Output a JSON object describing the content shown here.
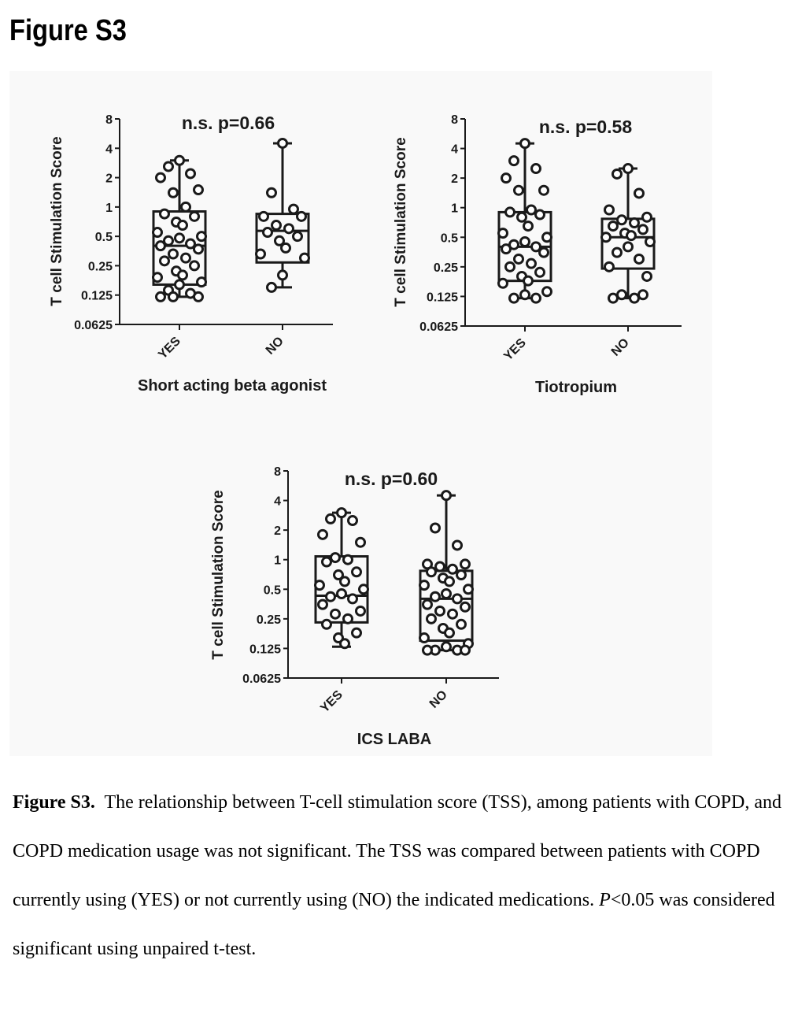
{
  "figure": {
    "title": "Figure S3"
  },
  "caption": {
    "label": "Figure S3.",
    "text": "The relationship between T-cell stimulation score (TSS), among patients with COPD, and COPD medication usage was not significant.  The TSS was compared between patients with COPD currently using (YES) or not currently using (NO) the indicated medications.  ",
    "p_italic": "P",
    "text_end": "<0.05 was considered significant using unpaired t-test."
  },
  "chart_data": [
    {
      "type": "box",
      "title": "n.s. p=0.66",
      "xlabel": "Short acting beta agonist",
      "ylabel": "T cell Stimulation Score",
      "yscale": "log2",
      "ylim": [
        0.0625,
        8
      ],
      "yticks": [
        "8",
        "4",
        "2",
        "1",
        "0.5",
        "0.25",
        "0.125",
        "0.0625"
      ],
      "categories": [
        "YES",
        "NO"
      ],
      "groups": [
        {
          "name": "YES",
          "box": {
            "min": 0.12,
            "q1": 0.16,
            "median": 0.4,
            "q3": 0.9,
            "max": 3.0
          },
          "points": [
            3.0,
            2.6,
            2.2,
            2.0,
            1.5,
            1.4,
            1.0,
            0.85,
            0.8,
            0.7,
            0.65,
            0.55,
            0.5,
            0.48,
            0.45,
            0.42,
            0.4,
            0.37,
            0.33,
            0.3,
            0.28,
            0.25,
            0.22,
            0.2,
            0.19,
            0.17,
            0.16,
            0.14,
            0.13,
            0.12,
            0.12,
            0.12
          ]
        },
        {
          "name": "NO",
          "box": {
            "min": 0.15,
            "q1": 0.27,
            "median": 0.57,
            "q3": 0.85,
            "max": 4.5
          },
          "points": [
            4.5,
            1.4,
            0.95,
            0.8,
            0.8,
            0.65,
            0.6,
            0.55,
            0.5,
            0.45,
            0.38,
            0.33,
            0.3,
            0.2,
            0.15
          ]
        }
      ]
    },
    {
      "type": "box",
      "title": "n.s. p=0.58",
      "xlabel": "Tiotropium",
      "ylabel": "T cell Stimulation Score",
      "yscale": "log2",
      "ylim": [
        0.0625,
        8
      ],
      "yticks": [
        "8",
        "4",
        "2",
        "1",
        "0.5",
        "0.25",
        "0.125",
        "0.0625"
      ],
      "categories": [
        "YES",
        "NO"
      ],
      "groups": [
        {
          "name": "YES",
          "box": {
            "min": 0.12,
            "q1": 0.18,
            "median": 0.4,
            "q3": 0.9,
            "max": 4.5
          },
          "points": [
            4.5,
            3.0,
            2.5,
            2.0,
            1.5,
            1.5,
            0.95,
            0.9,
            0.85,
            0.8,
            0.65,
            0.55,
            0.5,
            0.45,
            0.42,
            0.4,
            0.38,
            0.35,
            0.3,
            0.27,
            0.25,
            0.22,
            0.2,
            0.18,
            0.17,
            0.14,
            0.13,
            0.12,
            0.12
          ]
        },
        {
          "name": "NO",
          "box": {
            "min": 0.12,
            "q1": 0.24,
            "median": 0.5,
            "q3": 0.77,
            "max": 2.5
          },
          "points": [
            2.5,
            2.2,
            1.4,
            0.95,
            0.8,
            0.75,
            0.7,
            0.65,
            0.6,
            0.55,
            0.52,
            0.5,
            0.45,
            0.4,
            0.35,
            0.3,
            0.25,
            0.2,
            0.13,
            0.12,
            0.12,
            0.13
          ]
        }
      ]
    },
    {
      "type": "box",
      "title": "n.s. p=0.60",
      "xlabel": "ICS LABA",
      "ylabel": "T cell Stimulation Score",
      "yscale": "log2",
      "ylim": [
        0.0625,
        8
      ],
      "yticks": [
        "8",
        "4",
        "2",
        "1",
        "0.5",
        "0.25",
        "0.125",
        "0.0625"
      ],
      "categories": [
        "YES",
        "NO"
      ],
      "groups": [
        {
          "name": "YES",
          "box": {
            "min": 0.13,
            "q1": 0.23,
            "median": 0.43,
            "q3": 1.08,
            "max": 3.0
          },
          "points": [
            3.0,
            2.6,
            2.5,
            1.8,
            1.5,
            1.05,
            1.0,
            0.95,
            0.75,
            0.7,
            0.6,
            0.55,
            0.5,
            0.45,
            0.42,
            0.4,
            0.35,
            0.3,
            0.28,
            0.25,
            0.22,
            0.18,
            0.16,
            0.14
          ]
        },
        {
          "name": "NO",
          "box": {
            "min": 0.12,
            "q1": 0.15,
            "median": 0.4,
            "q3": 0.77,
            "max": 4.5
          },
          "points": [
            4.5,
            2.1,
            1.4,
            0.9,
            0.9,
            0.85,
            0.8,
            0.75,
            0.7,
            0.65,
            0.6,
            0.55,
            0.5,
            0.45,
            0.42,
            0.4,
            0.35,
            0.33,
            0.3,
            0.28,
            0.25,
            0.22,
            0.2,
            0.18,
            0.16,
            0.14,
            0.13,
            0.12,
            0.12,
            0.12,
            0.12
          ]
        }
      ]
    }
  ]
}
